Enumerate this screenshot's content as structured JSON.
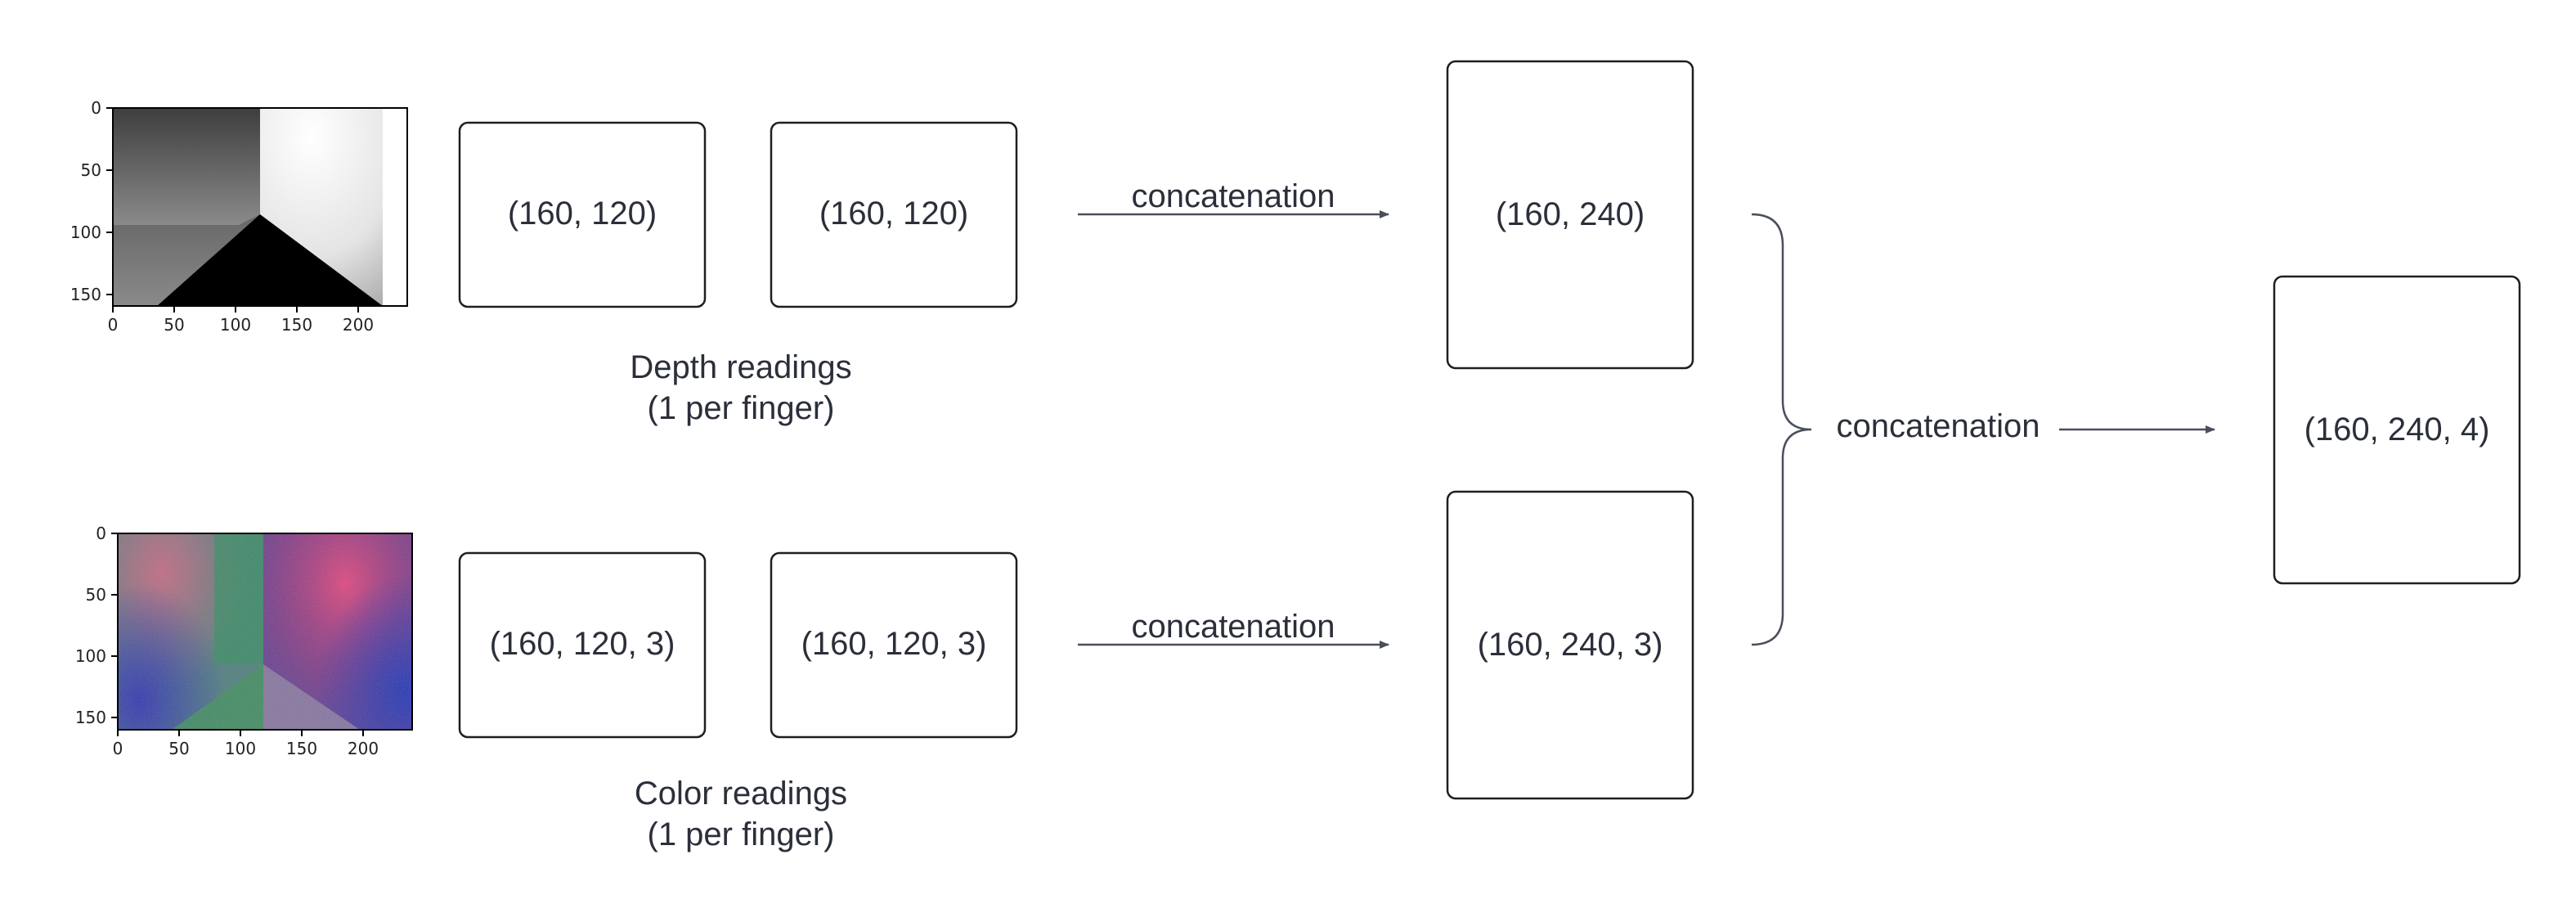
{
  "depth_plot": {
    "y_ticks": [
      "0",
      "50",
      "100",
      "150"
    ],
    "x_ticks": [
      "0",
      "50",
      "100",
      "150",
      "200"
    ]
  },
  "color_plot": {
    "y_ticks": [
      "0",
      "50",
      "100",
      "150"
    ],
    "x_ticks": [
      "0",
      "50",
      "100",
      "150",
      "200"
    ]
  },
  "depth_row": {
    "boxes": [
      "(160, 120)",
      "(160, 120)"
    ],
    "caption_line1": "Depth readings",
    "caption_line2": "(1 per finger)",
    "edge_label": "concatenation",
    "result": "(160, 240)"
  },
  "color_row": {
    "boxes": [
      "(160, 120, 3)",
      "(160, 120, 3)"
    ],
    "caption_line1": "Color readings",
    "caption_line2": "(1 per finger)",
    "edge_label": "concatenation",
    "result": "(160, 240, 3)"
  },
  "merge": {
    "edge_label": "concatenation",
    "result": "(160, 240, 4)"
  },
  "colors": {
    "stroke": "#1f1f1f",
    "arrow": "#4a4f5c",
    "text": "#2b2f3a"
  }
}
